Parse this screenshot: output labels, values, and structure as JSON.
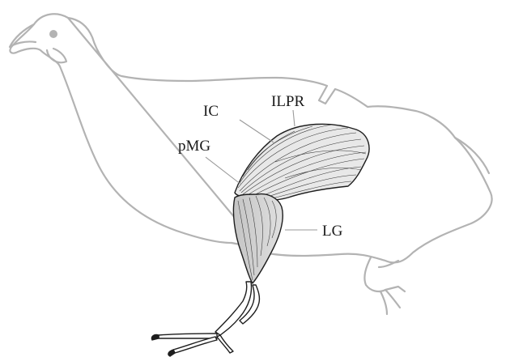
{
  "figure": {
    "labels": {
      "ic": "IC",
      "ilpr": "ILPR",
      "pmg": "pMG",
      "lg": "LG"
    },
    "colors": {
      "silhouette": "#b3b3b3",
      "muscle_fill_light": "#d6d6d6",
      "muscle_fill_dark": "#bdbdbd",
      "outline": "#1e1e1e",
      "leader": "#9a9a9a"
    }
  }
}
